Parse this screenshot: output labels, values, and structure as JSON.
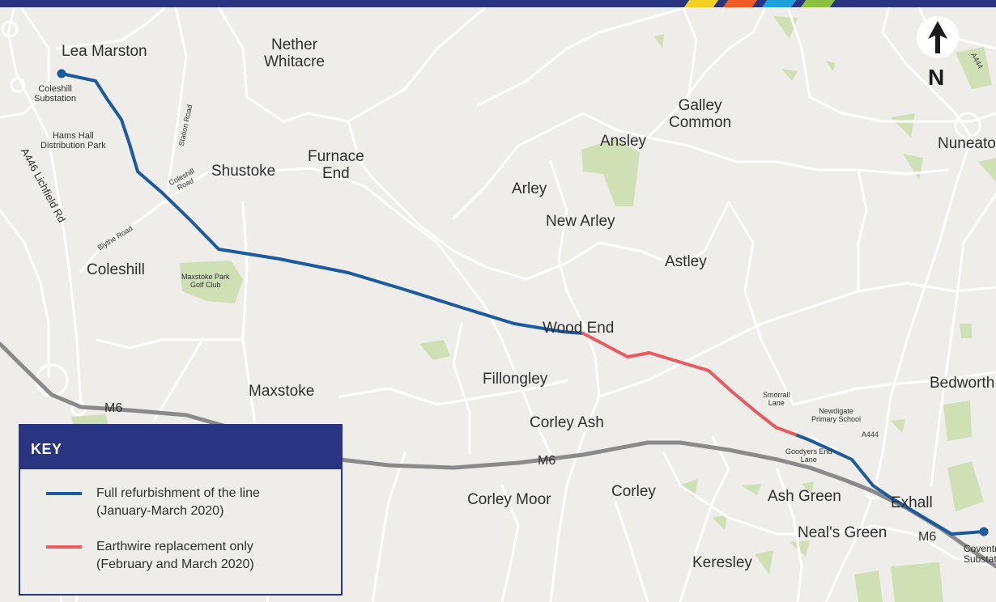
{
  "colors": {
    "background": "#eeedea",
    "roads": "#ffffff",
    "motorway": "#8a8a8a",
    "green_space": "#cfe0b5",
    "header_bar": "#293581",
    "full_refurbishment": "#1c5aa0",
    "earthwire_replacement": "#e85a60"
  },
  "north_arrow": {
    "letter": "N"
  },
  "places": {
    "lea_marston": "Lea Marston",
    "nether_whitacre": [
      "Nether",
      "Whitacre"
    ],
    "coleshill_substation": [
      "Coleshill",
      "Substation"
    ],
    "hams_hall": [
      "Hams Hall",
      "Distribution Park"
    ],
    "station_road": "Station Road",
    "coleshill_road": [
      "Coleshill",
      "Road"
    ],
    "shustoke": "Shustoke",
    "furnace_end": [
      "Furnace",
      "End"
    ],
    "galley_common": [
      "Galley",
      "Common"
    ],
    "ansley": "Ansley",
    "arley": "Arley",
    "new_arley": "New Arley",
    "astley": "Astley",
    "nuneaton": "Nuneaton",
    "a446": "A446 Lichfield Rd",
    "blythe_road": "Blythe Road",
    "coleshill": "Coleshill",
    "maxstoke_park": [
      "Maxstoke Park",
      "Golf Club"
    ],
    "wood_end": "Wood End",
    "fillongley": "Fillongley",
    "maxstoke": "Maxstoke",
    "corley_ash": "Corley Ash",
    "bedworth": "Bedworth",
    "smorrall_lane": [
      "Smorrall",
      "Lane"
    ],
    "newdigate": [
      "Newdigate",
      "Primary School"
    ],
    "goodyers_end": [
      "Goodyers End",
      "Lane"
    ],
    "corley_moor": "Corley Moor",
    "corley": "Corley",
    "ash_green": "Ash Green",
    "exhall": "Exhall",
    "neals_green": "Neal's Green",
    "keresley": "Keresley",
    "coventry_substation": [
      "Coventry",
      "Substation"
    ],
    "m6_west": "M6",
    "m6_mid": "M6",
    "m6_east": "M6",
    "a444_north": "A444",
    "a444_south": "A444"
  },
  "key": {
    "title": "KEY",
    "items": [
      {
        "label_line1": "Full refurbishment of the line",
        "label_line2": "(January-March 2020)"
      },
      {
        "label_line1": "Earthwire replacement only",
        "label_line2": "(February and March 2020)"
      }
    ]
  }
}
